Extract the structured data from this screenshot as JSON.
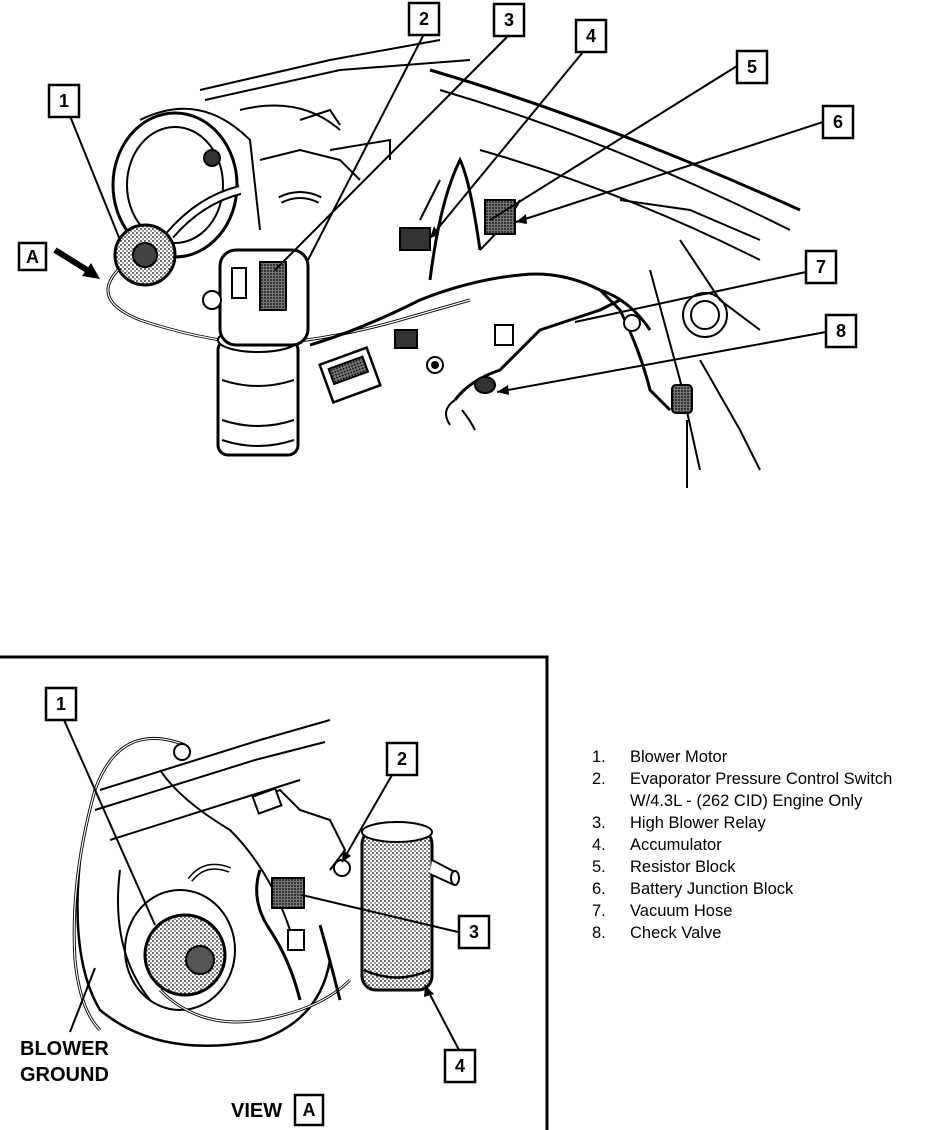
{
  "main_view": {
    "callouts": [
      "1",
      "2",
      "3",
      "4",
      "5",
      "6",
      "7",
      "8"
    ],
    "view_marker": "A"
  },
  "inset_view": {
    "callouts": [
      "1",
      "2",
      "3",
      "4"
    ],
    "ground_label_line1": "BLOWER",
    "ground_label_line2": "GROUND",
    "view_label": "VIEW",
    "view_letter": "A"
  },
  "legend": {
    "items": [
      {
        "num": "1.",
        "text": "Blower Motor"
      },
      {
        "num": "2.",
        "text": "Evaporator Pressure Control Switch",
        "cont": "W/4.3L - (262 CID) Engine Only"
      },
      {
        "num": "3.",
        "text": "High Blower Relay"
      },
      {
        "num": "4.",
        "text": "Accumulator"
      },
      {
        "num": "5.",
        "text": "Resistor Block"
      },
      {
        "num": "6.",
        "text": "Battery Junction Block"
      },
      {
        "num": "7.",
        "text": "Vacuum Hose"
      },
      {
        "num": "8.",
        "text": "Check Valve"
      }
    ]
  }
}
